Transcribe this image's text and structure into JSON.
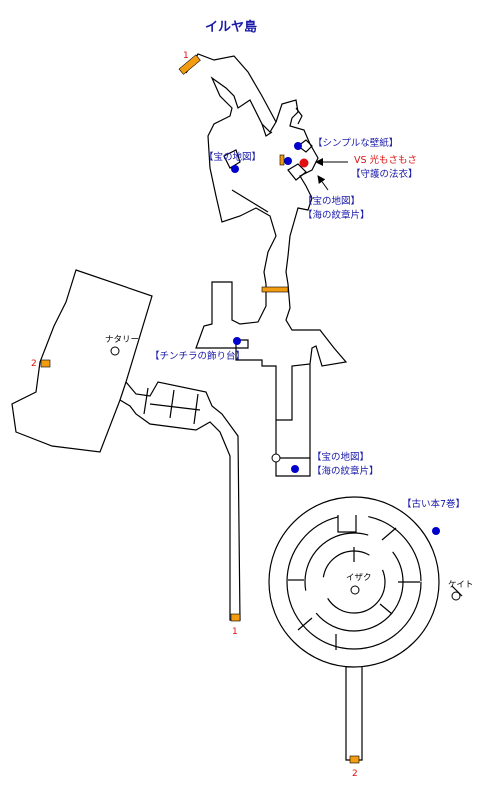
{
  "title": "イルヤ島",
  "colors": {
    "label": "#1a1aa8",
    "boss": "#e01010",
    "chest": "#0000cc",
    "door": "#f39c12"
  },
  "warp_numbers": {
    "top": "1",
    "west": "2",
    "south_corridor": "1",
    "bottom": "2"
  },
  "items": {
    "north_wallpaper": "【シンプルな壁紙】",
    "north_map": "【宝の地図】",
    "east_map": "【宝の地図】",
    "east_crest": "【海の紋章片】",
    "guardian_robe": "【守護の法衣】",
    "chinchira": "【チンチラの飾り台】",
    "mid_map": "【宝の地図】",
    "mid_crest": "【海の紋章片】",
    "old_book": "【古い本7巻】"
  },
  "boss": "VS 光もさもさ",
  "npcs": {
    "natari": "ナタリー",
    "isaku": "イザク",
    "keito": "ケイト"
  }
}
